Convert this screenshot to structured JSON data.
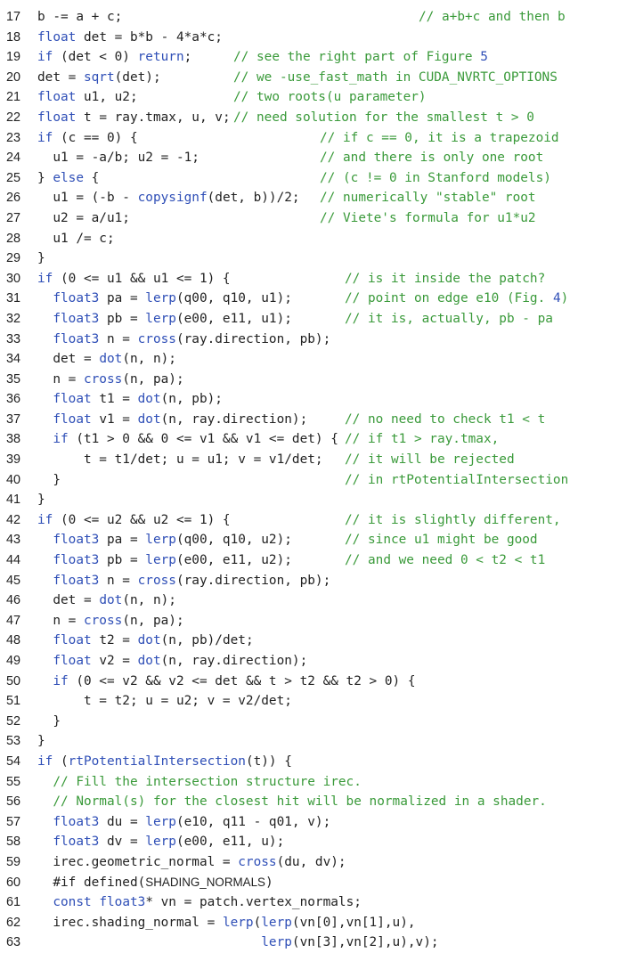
{
  "colors": {
    "keyword": "#2f4fb7",
    "comment": "#3a9a3a",
    "text": "#222222",
    "background": "#ffffff"
  },
  "lines": [
    {
      "n": "17",
      "indent": 0,
      "code": [
        [
          "plain",
          "b -= a + c;"
        ]
      ],
      "comment": "// a+b+c and then b",
      "ccol": 470
    },
    {
      "n": "18",
      "indent": 0,
      "code": [
        [
          "type",
          "float"
        ],
        [
          "plain",
          " det = "
        ],
        [
          "plain",
          "b*b - 4*a*c;"
        ]
      ]
    },
    {
      "n": "19",
      "indent": 0,
      "code": [
        [
          "kw",
          "if"
        ],
        [
          "plain",
          " (det < 0) "
        ],
        [
          "kw",
          "return"
        ],
        [
          "plain",
          ";"
        ]
      ],
      "comment": "// see the right part of Figure ",
      "ccol": 262,
      "commentTail": [
        [
          "num",
          "5"
        ]
      ]
    },
    {
      "n": "20",
      "indent": 0,
      "code": [
        [
          "plain",
          "det = "
        ],
        [
          "fn",
          "sqrt"
        ],
        [
          "plain",
          "(det);"
        ]
      ],
      "comment": "// we -use_fast_math in CUDA_NVRTC_OPTIONS",
      "ccol": 262
    },
    {
      "n": "21",
      "indent": 0,
      "code": [
        [
          "type",
          "float"
        ],
        [
          "plain",
          " u1, u2;"
        ]
      ],
      "comment": "// two roots(u parameter)",
      "ccol": 262
    },
    {
      "n": "22",
      "indent": 0,
      "code": [
        [
          "type",
          "float"
        ],
        [
          "plain",
          " t = ray.tmax, u, v;"
        ]
      ],
      "comment": "// need solution for the smallest t > 0",
      "ccol": 262
    },
    {
      "n": "23",
      "indent": 0,
      "code": [
        [
          "kw",
          "if"
        ],
        [
          "plain",
          " (c == 0) {"
        ]
      ],
      "comment": "// if c == 0, it is a trapezoid",
      "ccol": 359
    },
    {
      "n": "24",
      "indent": 1,
      "code": [
        [
          "plain",
          "u1 = -a/b; u2 = -1;"
        ]
      ],
      "comment": "// and there is only one root",
      "ccol": 359
    },
    {
      "n": "25",
      "indent": 0,
      "code": [
        [
          "plain",
          "} "
        ],
        [
          "kw",
          "else"
        ],
        [
          "plain",
          " {"
        ]
      ],
      "comment": "// (c != 0 in Stanford models)",
      "ccol": 359
    },
    {
      "n": "26",
      "indent": 1,
      "code": [
        [
          "plain",
          "u1 = (-b - "
        ],
        [
          "fn",
          "copysignf"
        ],
        [
          "plain",
          "(det, b))/2;"
        ]
      ],
      "comment": "// numerically \"stable\" root",
      "ccol": 359
    },
    {
      "n": "27",
      "indent": 1,
      "code": [
        [
          "plain",
          "u2 = a/u1;"
        ]
      ],
      "comment": "// Viete's formula for u1*u2",
      "ccol": 359
    },
    {
      "n": "28",
      "indent": 1,
      "code": [
        [
          "plain",
          "u1 /= c;"
        ]
      ]
    },
    {
      "n": "29",
      "indent": 0,
      "code": [
        [
          "plain",
          "}"
        ]
      ]
    },
    {
      "n": "30",
      "indent": 0,
      "code": [
        [
          "kw",
          "if"
        ],
        [
          "plain",
          " (0 <= u1 && u1 <= 1) {"
        ]
      ],
      "comment": "// is it inside the patch?",
      "ccol": 387
    },
    {
      "n": "31",
      "indent": 1,
      "code": [
        [
          "type",
          "float3"
        ],
        [
          "plain",
          " pa = "
        ],
        [
          "fn",
          "lerp"
        ],
        [
          "plain",
          "(q00, q10, u1);"
        ]
      ],
      "comment": "// point on edge e10 (Fig. ",
      "ccol": 387,
      "commentTail": [
        [
          "num",
          "4"
        ],
        [
          "cmt",
          ")"
        ]
      ]
    },
    {
      "n": "32",
      "indent": 1,
      "code": [
        [
          "type",
          "float3"
        ],
        [
          "plain",
          " pb = "
        ],
        [
          "fn",
          "lerp"
        ],
        [
          "plain",
          "(e00, e11, u1);"
        ]
      ],
      "comment": "// it is, actually, pb - pa",
      "ccol": 387
    },
    {
      "n": "33",
      "indent": 1,
      "code": [
        [
          "type",
          "float3"
        ],
        [
          "plain",
          " n = "
        ],
        [
          "fn",
          "cross"
        ],
        [
          "plain",
          "(ray.direction, pb);"
        ]
      ]
    },
    {
      "n": "34",
      "indent": 1,
      "code": [
        [
          "plain",
          "det = "
        ],
        [
          "fn",
          "dot"
        ],
        [
          "plain",
          "(n, n);"
        ]
      ]
    },
    {
      "n": "35",
      "indent": 1,
      "code": [
        [
          "plain",
          "n = "
        ],
        [
          "fn",
          "cross"
        ],
        [
          "plain",
          "(n, pa);"
        ]
      ]
    },
    {
      "n": "36",
      "indent": 1,
      "code": [
        [
          "type",
          "float"
        ],
        [
          "plain",
          " t1 = "
        ],
        [
          "fn",
          "dot"
        ],
        [
          "plain",
          "(n, pb);"
        ]
      ]
    },
    {
      "n": "37",
      "indent": 1,
      "code": [
        [
          "type",
          "float"
        ],
        [
          "plain",
          " v1 = "
        ],
        [
          "fn",
          "dot"
        ],
        [
          "plain",
          "(n, ray.direction);"
        ]
      ],
      "comment": "// no need to check t1 < t",
      "ccol": 387
    },
    {
      "n": "38",
      "indent": 1,
      "code": [
        [
          "kw",
          "if"
        ],
        [
          "plain",
          " (t1 > 0 && 0 <= v1 && v1 <= det) {"
        ]
      ],
      "comment": "// if t1 > ray.tmax,",
      "ccol": 387
    },
    {
      "n": "39",
      "indent": 3,
      "code": [
        [
          "plain",
          "t = t1/det; u = u1; v = v1/det;"
        ]
      ],
      "comment": "// it will be rejected",
      "ccol": 387
    },
    {
      "n": "40",
      "indent": 1,
      "code": [
        [
          "plain",
          "}"
        ]
      ],
      "comment": "// in rtPotentialIntersection",
      "ccol": 387
    },
    {
      "n": "41",
      "indent": 0,
      "code": [
        [
          "plain",
          "}"
        ]
      ]
    },
    {
      "n": "42",
      "indent": 0,
      "code": [
        [
          "kw",
          "if"
        ],
        [
          "plain",
          " (0 <= u2 && u2 <= 1) {"
        ]
      ],
      "comment": "// it is slightly different,",
      "ccol": 387
    },
    {
      "n": "43",
      "indent": 1,
      "code": [
        [
          "type",
          "float3"
        ],
        [
          "plain",
          " pa = "
        ],
        [
          "fn",
          "lerp"
        ],
        [
          "plain",
          "(q00, q10, u2);"
        ]
      ],
      "comment": "// since u1 might be good",
      "ccol": 387
    },
    {
      "n": "44",
      "indent": 1,
      "code": [
        [
          "type",
          "float3"
        ],
        [
          "plain",
          " pb = "
        ],
        [
          "fn",
          "lerp"
        ],
        [
          "plain",
          "(e00, e11, u2);"
        ]
      ],
      "comment": "// and we need 0 < t2 < t1",
      "ccol": 387
    },
    {
      "n": "45",
      "indent": 1,
      "code": [
        [
          "type",
          "float3"
        ],
        [
          "plain",
          " n = "
        ],
        [
          "fn",
          "cross"
        ],
        [
          "plain",
          "(ray.direction, pb);"
        ]
      ]
    },
    {
      "n": "46",
      "indent": 1,
      "code": [
        [
          "plain",
          "det = "
        ],
        [
          "fn",
          "dot"
        ],
        [
          "plain",
          "(n, n);"
        ]
      ]
    },
    {
      "n": "47",
      "indent": 1,
      "code": [
        [
          "plain",
          "n = "
        ],
        [
          "fn",
          "cross"
        ],
        [
          "plain",
          "(n, pa);"
        ]
      ]
    },
    {
      "n": "48",
      "indent": 1,
      "code": [
        [
          "type",
          "float"
        ],
        [
          "plain",
          " t2 = "
        ],
        [
          "fn",
          "dot"
        ],
        [
          "plain",
          "(n, pb)/det;"
        ]
      ]
    },
    {
      "n": "49",
      "indent": 1,
      "code": [
        [
          "type",
          "float"
        ],
        [
          "plain",
          " v2 = "
        ],
        [
          "fn",
          "dot"
        ],
        [
          "plain",
          "(n, ray.direction);"
        ]
      ]
    },
    {
      "n": "50",
      "indent": 1,
      "code": [
        [
          "kw",
          "if"
        ],
        [
          "plain",
          " (0 <= v2 && v2 <= det && t > t2 && t2 > 0) {"
        ]
      ]
    },
    {
      "n": "51",
      "indent": 3,
      "code": [
        [
          "plain",
          "t = t2; u = u2; v = v2/det;"
        ]
      ]
    },
    {
      "n": "52",
      "indent": 1,
      "code": [
        [
          "plain",
          "}"
        ]
      ]
    },
    {
      "n": "53",
      "indent": 0,
      "code": [
        [
          "plain",
          "}"
        ]
      ]
    },
    {
      "n": "54",
      "indent": 0,
      "code": [
        [
          "kw",
          "if"
        ],
        [
          "plain",
          " ("
        ],
        [
          "fn",
          "rtPotentialIntersection"
        ],
        [
          "plain",
          "(t)) {"
        ]
      ]
    },
    {
      "n": "55",
      "indent": 1,
      "code": [
        [
          "cmt",
          "// Fill the intersection structure irec."
        ]
      ]
    },
    {
      "n": "56",
      "indent": 1,
      "code": [
        [
          "cmt",
          "// Normal(s) for the closest hit will be normalized in a shader."
        ]
      ]
    },
    {
      "n": "57",
      "indent": 1,
      "code": [
        [
          "type",
          "float3"
        ],
        [
          "plain",
          " du = "
        ],
        [
          "fn",
          "lerp"
        ],
        [
          "plain",
          "(e10, q11 - q01, v);"
        ]
      ]
    },
    {
      "n": "58",
      "indent": 1,
      "code": [
        [
          "type",
          "float3"
        ],
        [
          "plain",
          " dv = "
        ],
        [
          "fn",
          "lerp"
        ],
        [
          "plain",
          "(e00, e11, u);"
        ]
      ]
    },
    {
      "n": "59",
      "indent": 1,
      "code": [
        [
          "plain",
          "irec.geometric_normal = "
        ],
        [
          "fn",
          "cross"
        ],
        [
          "plain",
          "(du, dv);"
        ]
      ]
    },
    {
      "n": "60",
      "indent": 1,
      "code": [
        [
          "pp",
          "#if defined("
        ],
        [
          "macro",
          "SHADING_NORMALS"
        ],
        [
          "pp",
          ")"
        ]
      ]
    },
    {
      "n": "61",
      "indent": 1,
      "code": [
        [
          "kw",
          "const"
        ],
        [
          "plain",
          " "
        ],
        [
          "type",
          "float3"
        ],
        [
          "plain",
          "* vn = patch.vertex_normals;"
        ]
      ]
    },
    {
      "n": "62",
      "indent": 1,
      "code": [
        [
          "plain",
          "irec.shading_normal = "
        ],
        [
          "fn",
          "lerp"
        ],
        [
          "plain",
          "("
        ],
        [
          "fn",
          "lerp"
        ],
        [
          "plain",
          "(vn[0],vn[1],u),"
        ]
      ]
    },
    {
      "n": "63",
      "indent": 0,
      "pad": "                             ",
      "code": [
        [
          "fn",
          "lerp"
        ],
        [
          "plain",
          "(vn[3],vn[2],u),v);"
        ]
      ]
    }
  ]
}
